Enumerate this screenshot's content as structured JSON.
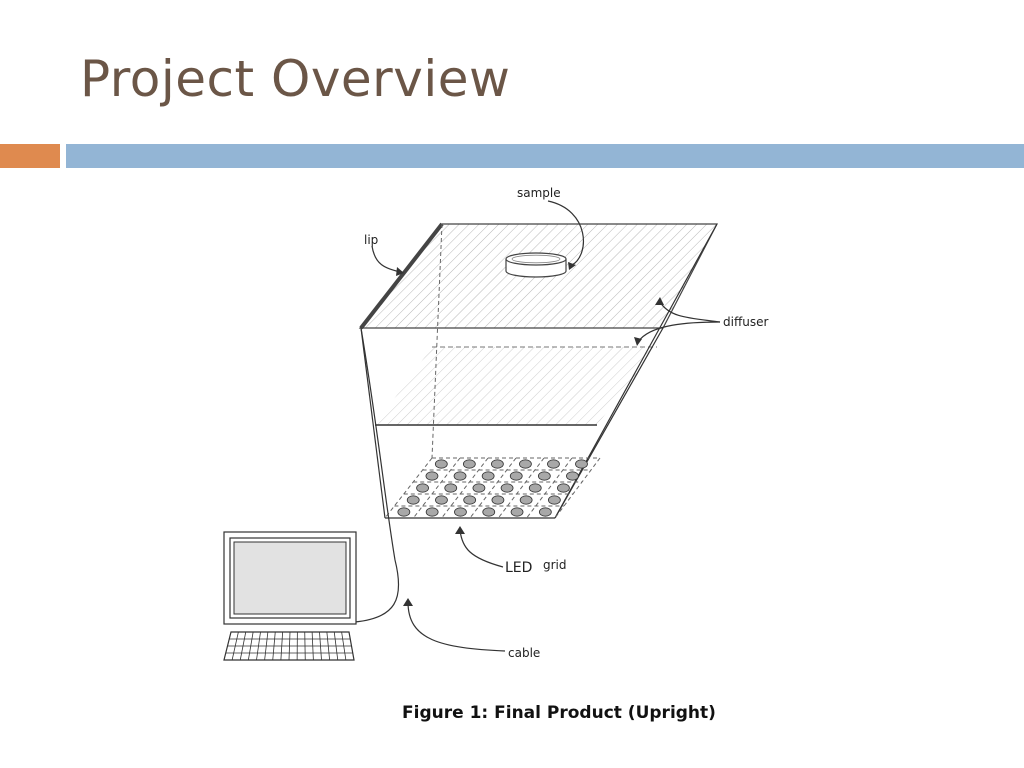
{
  "slide": {
    "title": "Project Overview",
    "caption": "Figure 1: Final Product (Upright)"
  },
  "diagram": {
    "labels": {
      "sample": "sample",
      "lip": "lip",
      "diffuser": "diffuser",
      "led_grid_prefix": "LED",
      "led_grid_suffix": "grid",
      "cable": "cable"
    },
    "led_grid": {
      "rows": 5,
      "columns": 6
    }
  },
  "colors": {
    "title": "#6b5647",
    "accent_orange": "#df8a4f",
    "accent_blue": "#93b5d5"
  }
}
